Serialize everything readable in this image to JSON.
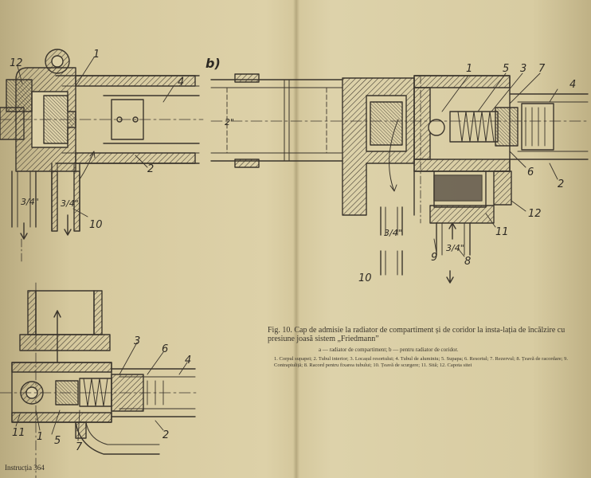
{
  "figure": {
    "panel_b_label": "b)",
    "numbers": {
      "n1_left": "1",
      "n2_left": "2",
      "n4_left": "4",
      "n10_left": "10",
      "n12_left": "12",
      "n1_b": "1",
      "n2_b": "2",
      "n3_b": "3",
      "n4_b": "4",
      "n5_b": "5",
      "n6_b": "6",
      "n7_b": "7",
      "n8_b": "8",
      "n9_b": "9",
      "n10_b": "10",
      "n11_b": "11",
      "n12_b": "12",
      "n1_bl": "1",
      "n2_bl": "2",
      "n3_bl": "3",
      "n4_bl": "4",
      "n5_bl": "5",
      "n6_bl": "6",
      "n7_bl": "7",
      "n11_bl": "11"
    },
    "pipe_sizes": {
      "left_a": "3/4\"",
      "left_b": "3/4\"",
      "b_a": "3/4\"",
      "b_b": "3/4\"",
      "b_mid": "2\""
    }
  },
  "caption": {
    "title": "Fig. 10. Cap de admisie la radiator de compartiment și de coridor la insta-lația de încălzire cu presiune joasă sistem „Friedmann”",
    "subtitle": "a — radiator de compartiment; b — pentru radiator de coridor.",
    "legend": "1. Corpul supapei; 2. Tubul interior; 3. Locașul resortului; 4. Tubul de aluminiu; 5. Supapa; 6. Resortul; 7. Rezervul; 8. Țeavă de racordare; 9. Contrapiuliță; 8. Racord pentru fixarea tubului; 10. Țeavă de scurgere; 11. Sită; 12. Capota sitei"
  },
  "footer": {
    "text": "Instrucția 364"
  }
}
